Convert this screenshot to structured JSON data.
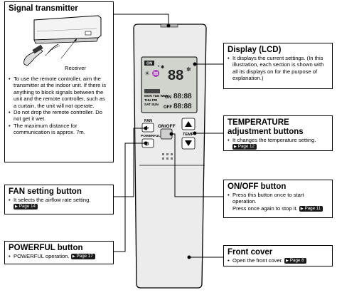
{
  "signal_transmitter": {
    "title": "Signal transmitter",
    "receiver_label": "Receiver",
    "bullets": [
      "To use the remote controller, aim the transmitter at the indoor unit. If there is anything to block signals between the unit and the remote controller, such as a curtain, the unit will not operate.",
      "Do not drop the remote controller. Do not get it wet.",
      "The maximum distance for communication is approx. 7m."
    ]
  },
  "fan": {
    "title": "FAN setting button",
    "bullet": "It selects the airflow rate setting.",
    "page": "Page 14"
  },
  "powerful": {
    "title": "POWERFUL button",
    "bullet": "POWERFUL operation.",
    "page": "Page 17"
  },
  "display": {
    "title": "Display (LCD)",
    "bullet": "It displays the current settings. (In this illustration, each section is shown with all its displays on for the purpose of explanation.)"
  },
  "temperature": {
    "title": "TEMPERATURE",
    "subtitle": "adjustment buttons",
    "bullet": "It changes the temperature setting.",
    "page": "Page 12"
  },
  "onoff": {
    "title": "ON/OFF button",
    "bullet1": "Press this button once to start operation.",
    "bullet2": "Press once again to stop it.",
    "page": "Page 11"
  },
  "front_cover": {
    "title": "Front cover",
    "bullet": "Open the front cover.",
    "page": "Page 8"
  },
  "remote": {
    "fan_label": "FAN",
    "powerful_label": "POWERFUL",
    "onoff_label": "ON/OFF",
    "temp_label": "TEMP",
    "lcd_on": "ON",
    "lcd_days": "MON TUE WED",
    "lcd_days2": "THU FRI",
    "lcd_days3": "SAT SUN",
    "lcd_digits": "88:88",
    "lcd_digits_big": "88"
  }
}
